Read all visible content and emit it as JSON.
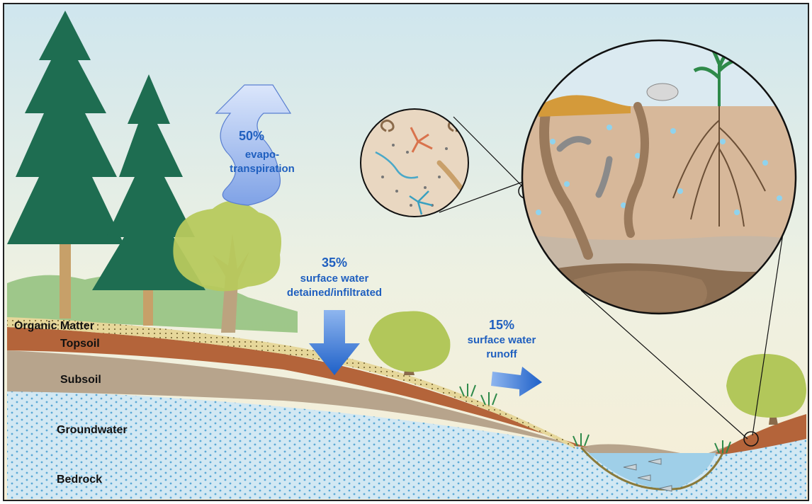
{
  "layers": {
    "organic_matter": "Organic Matter",
    "topsoil": "Topsoil",
    "subsoil": "Subsoil",
    "groundwater": "Groundwater",
    "bedrock": "Bedrock"
  },
  "flows": {
    "evapotranspiration": {
      "percent": "50%",
      "line1": "evapo-",
      "line2": "transpiration"
    },
    "infiltration": {
      "percent": "35%",
      "line1": "surface water",
      "line2": "detained/infiltrated"
    },
    "runoff": {
      "percent": "15%",
      "line1": "surface water",
      "line2": "runoff"
    }
  },
  "colors": {
    "sky_top": "#cfe6ee",
    "sky_bottom": "#f4efdc",
    "topsoil": "#b4643a",
    "subsoil": "#b9a892",
    "groundwater": "#cfe6f2",
    "arrow_blue": "#2f6fcf",
    "text_blue": "#1f5fbf",
    "conifer": "#1d6e52",
    "deciduous": "#a8c25a"
  }
}
